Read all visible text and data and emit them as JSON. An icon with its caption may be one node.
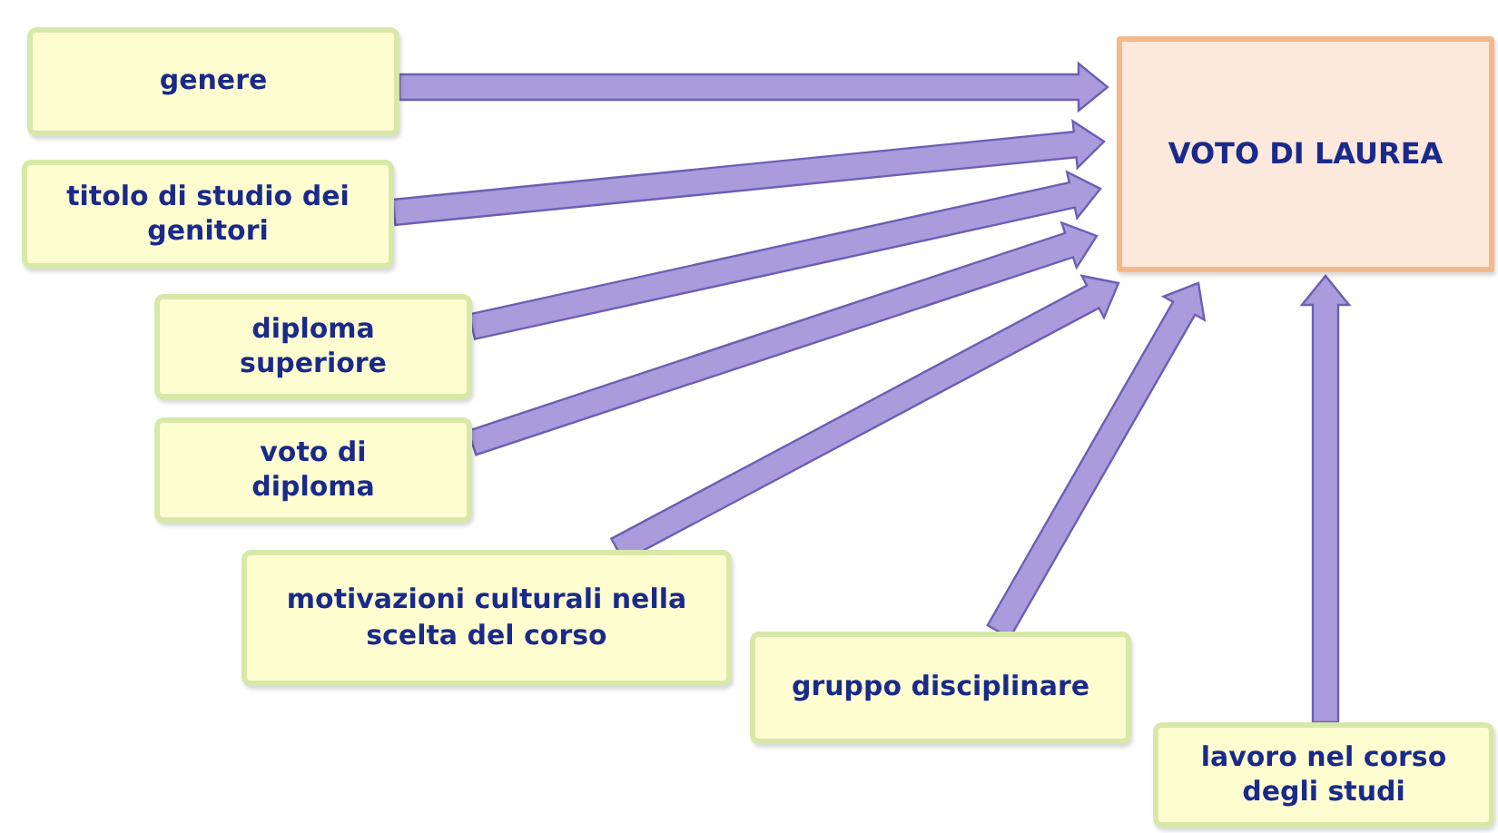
{
  "diagram": {
    "nodes": [
      {
        "text": [
          "genere"
        ]
      },
      {
        "text": [
          "titolo di studio dei genitori"
        ]
      },
      {
        "text": [
          "diploma superiore"
        ]
      },
      {
        "text": [
          "voto di diploma"
        ]
      },
      {
        "text": [
          "motivazioni culturali nella scelta del corso"
        ]
      },
      {
        "text": [
          "gruppo disciplinare"
        ]
      },
      {
        "text": [
          "lavoro nel corso degli studi"
        ]
      },
      {
        "text": [
          "VOTO DI LAUREA"
        ]
      }
    ],
    "edges": [
      {
        "from": 0,
        "to": 7,
        "arrow": "to"
      },
      {
        "from": 1,
        "to": 7,
        "arrow": "to"
      },
      {
        "from": 2,
        "to": 7,
        "arrow": "to"
      },
      {
        "from": 3,
        "to": 7,
        "arrow": "to"
      },
      {
        "from": 4,
        "to": 7,
        "arrow": "to"
      },
      {
        "from": 5,
        "to": 7,
        "arrow": "to"
      },
      {
        "from": 6,
        "to": 7,
        "arrow": "to"
      }
    ]
  }
}
